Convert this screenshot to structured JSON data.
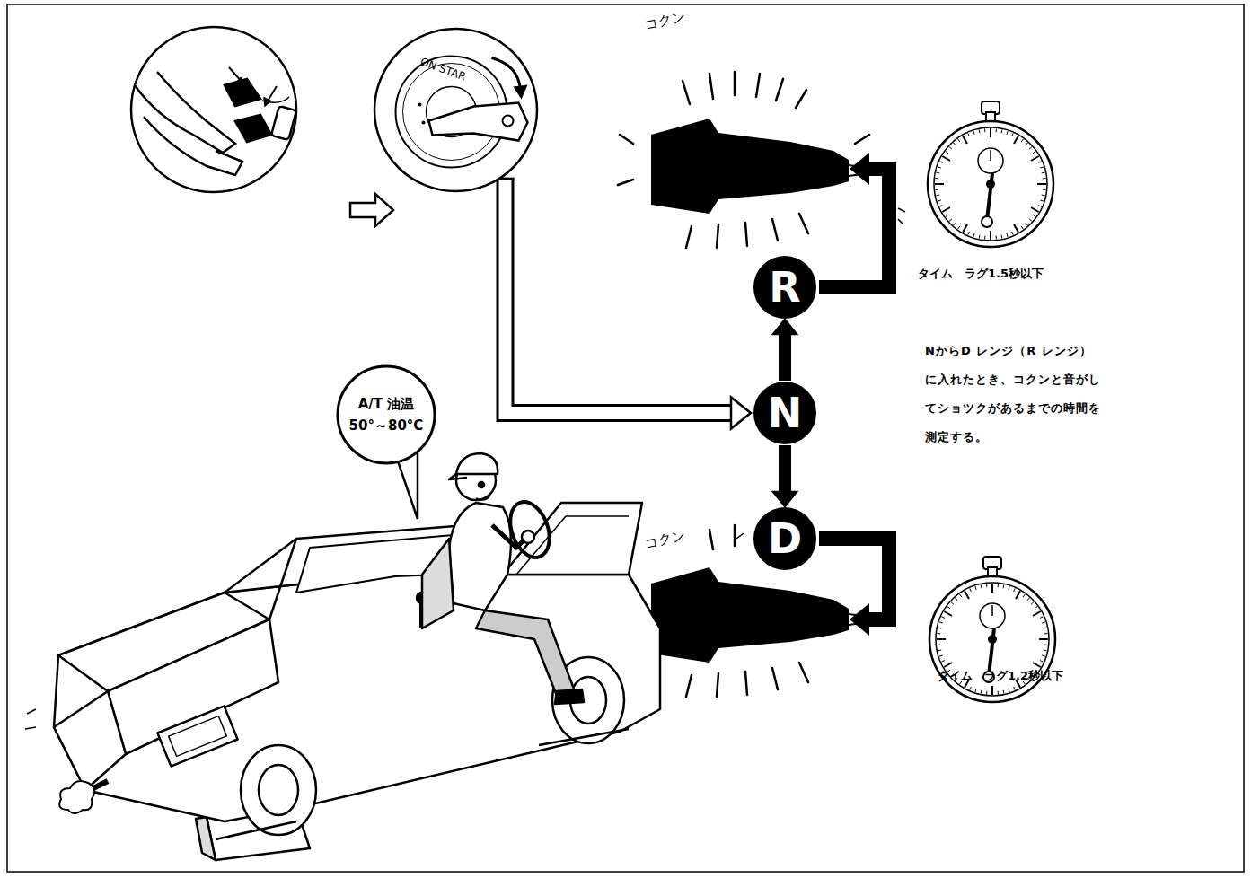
{
  "diagram": {
    "nodes": [
      {
        "text": [
          "ON STAR"
        ]
      },
      {
        "text": [
          "R"
        ]
      },
      {
        "text": [
          "N"
        ]
      },
      {
        "text": [
          "D"
        ]
      },
      {
        "text": [
          "A/T 油温 50°～80°C"
        ]
      }
    ],
    "edges": [
      {
        "from": 0,
        "to": 2,
        "arrow": "to"
      },
      {
        "from": 2,
        "to": 1,
        "arrow": "to"
      },
      {
        "from": 2,
        "to": 3,
        "arrow": "to"
      }
    ],
    "labels": [
      "コクン",
      "タイム　ラグ1.5秒以下",
      "NからD レンジ（R レンジ） に入れたとき、コクンと音がし てショツクがあるまでの時間を 測定する。",
      "コクン",
      "タイム　ラグ1.2秒以下"
    ]
  }
}
